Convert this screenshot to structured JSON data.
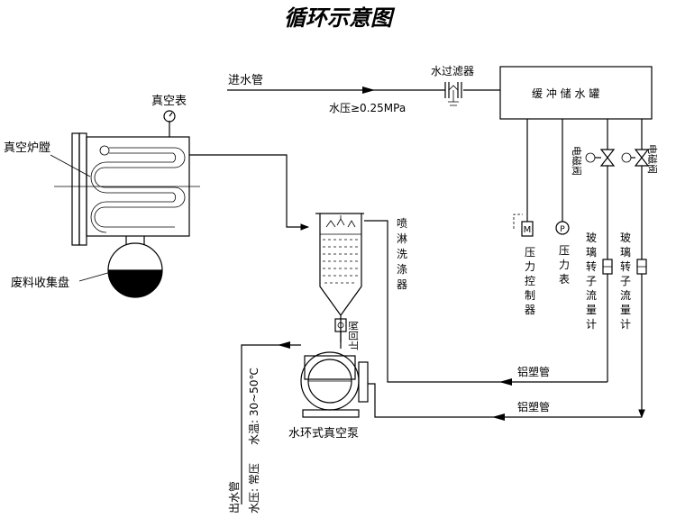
{
  "title": "循环示意图",
  "labels": {
    "inlet_pipe": "进水管",
    "inlet_pressure": "水压≥0.25MPa",
    "water_filter": "水过滤器",
    "buffer_tank": "缓 冲 储 水 罐",
    "vacuum_gauge": "真空表",
    "furnace_chamber": "真空炉膛",
    "waste_tray": "废料收集盘",
    "spray_washer": "喷淋洗涤器",
    "check_valve": "止回阀",
    "pressure_controller": "压力控制器",
    "pressure_gauge": "压力表",
    "solenoid_valve_1": "电磁阀",
    "solenoid_valve_2": "电磁阀",
    "flowmeter_1": "玻璃转子流量计",
    "flowmeter_2": "玻璃转子流量计",
    "al_plastic_pipe_1": "铝塑管",
    "al_plastic_pipe_2": "铝塑管",
    "pump": "水环式真空泵",
    "water_temp": "水温: 30~50℃",
    "outlet_pressure": "水压: 常压",
    "outlet_pipe": "出水管",
    "controller_badge": "M",
    "gauge_badge": "P"
  }
}
